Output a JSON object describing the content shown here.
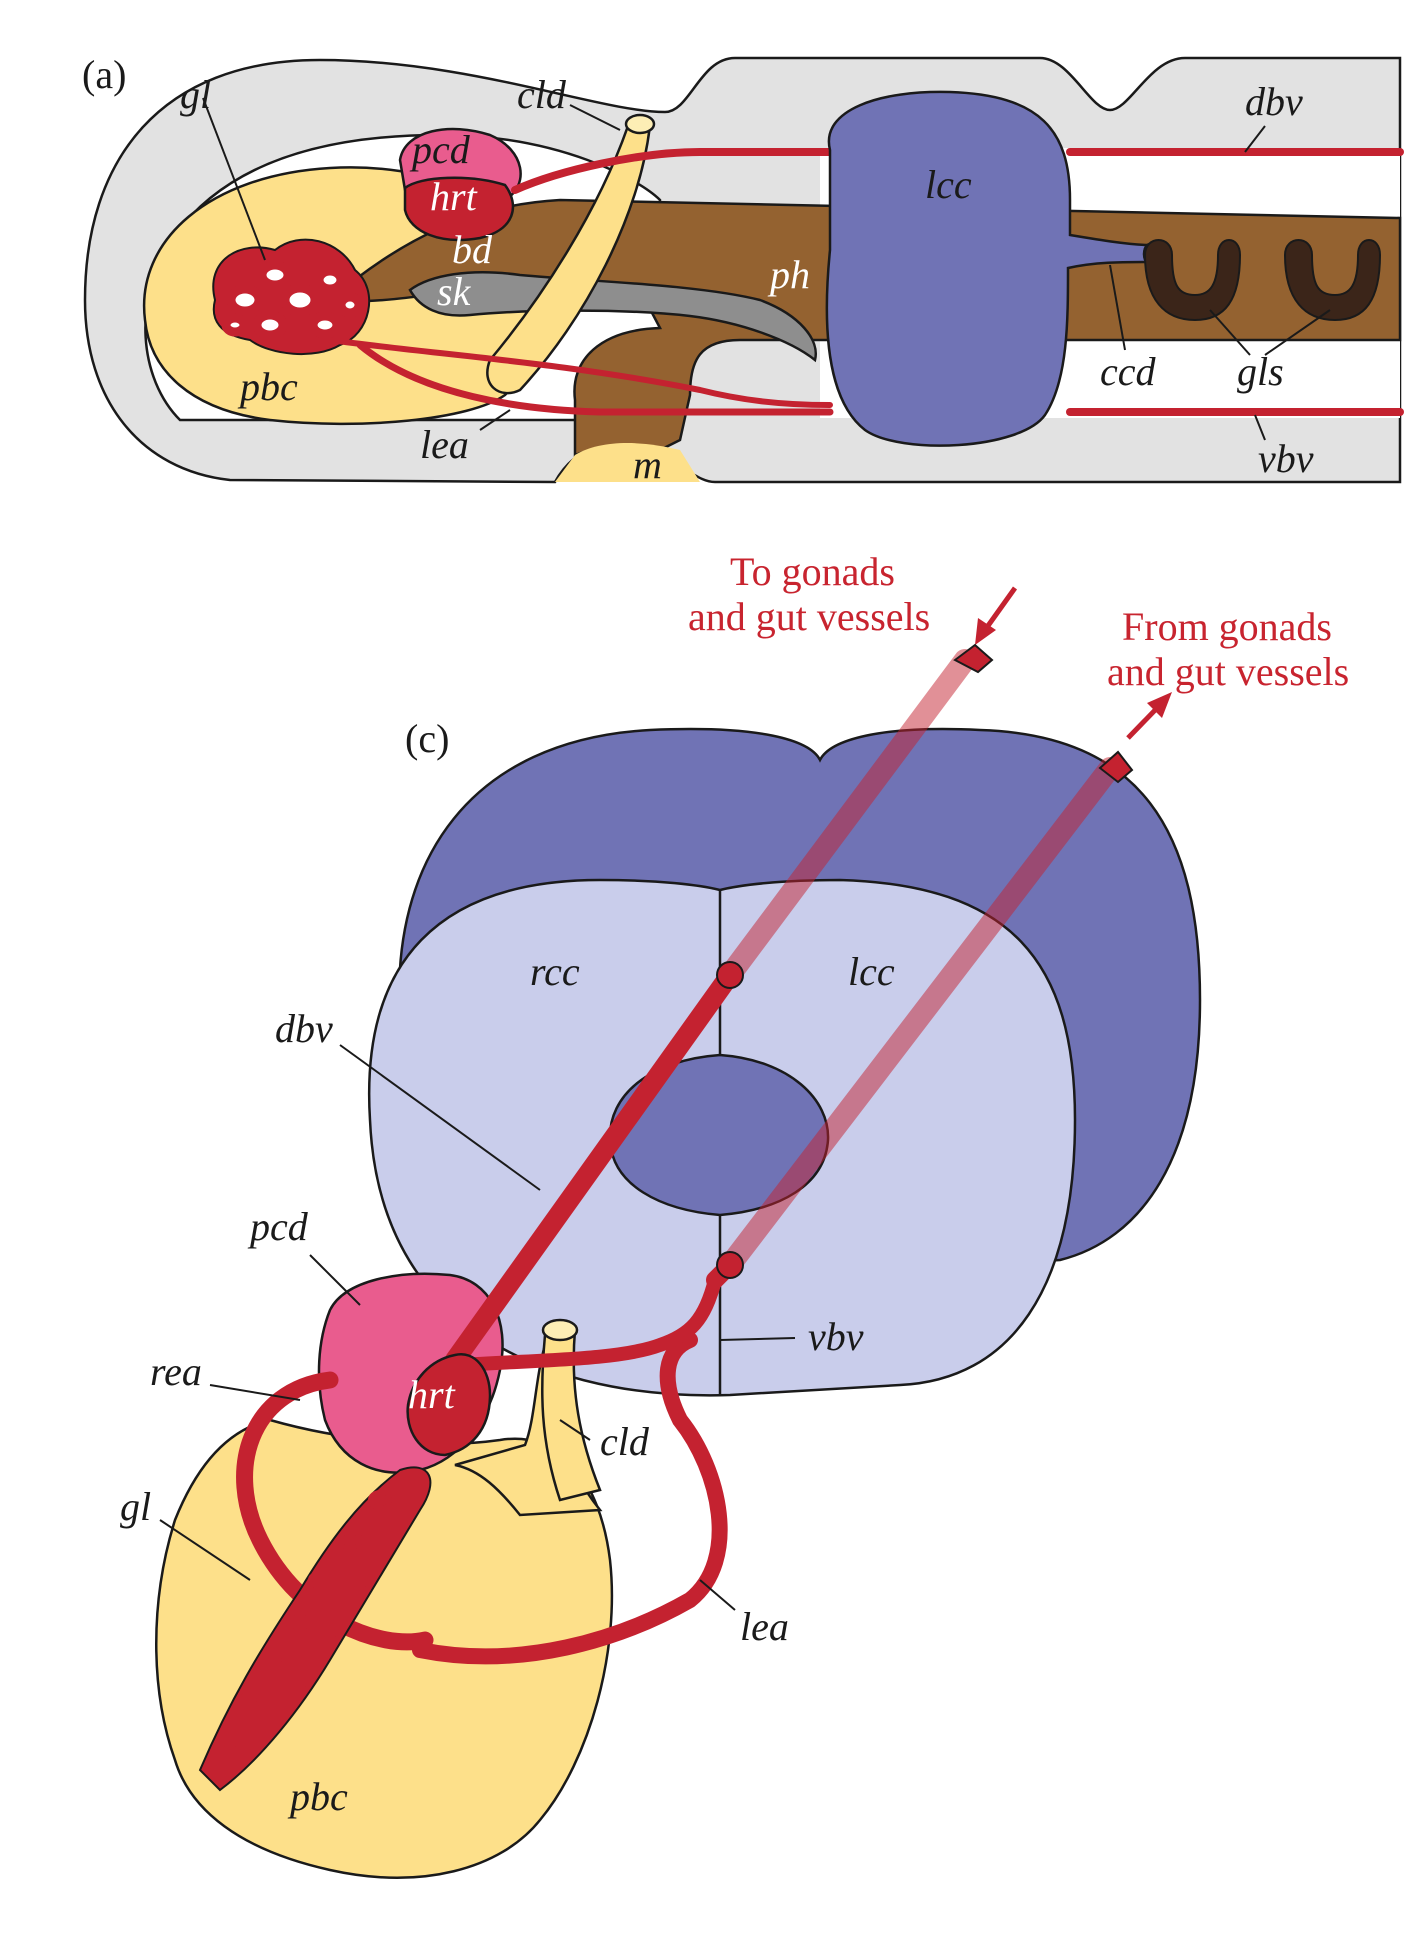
{
  "panels": {
    "a": "(a)",
    "c": "(c)"
  },
  "panel_a_labels": {
    "gl": "gl",
    "cld": "cld",
    "dbv": "dbv",
    "pcd": "pcd",
    "hrt": "hrt",
    "bd": "bd",
    "sk": "sk",
    "lcc": "lcc",
    "ph": "ph",
    "pbc": "pbc",
    "ccd": "ccd",
    "gls": "gls",
    "lea": "lea",
    "m": "m",
    "vbv": "vbv"
  },
  "panel_c_labels": {
    "rcc": "rcc",
    "lcc": "lcc",
    "dbv": "dbv",
    "pcd": "pcd",
    "rea": "rea",
    "hrt": "hrt",
    "vbv": "vbv",
    "cld": "cld",
    "gl": "gl",
    "lea": "lea",
    "pbc": "pbc"
  },
  "flow_annotations": {
    "to_line1": "To gonads",
    "to_line2": "and gut vessels",
    "from_line1": "From gonads",
    "from_line2": "and gut vessels"
  },
  "colors": {
    "body": "#e2e2e2",
    "pbc": "#fde08a",
    "pcd": "#e95c8e",
    "blood": "#c42230",
    "gut": "#946230",
    "skeleton": "#8e8e8e",
    "cord_dark": "#7073b5",
    "cord_light": "#c9cdeb",
    "gill": "#3b2519"
  }
}
